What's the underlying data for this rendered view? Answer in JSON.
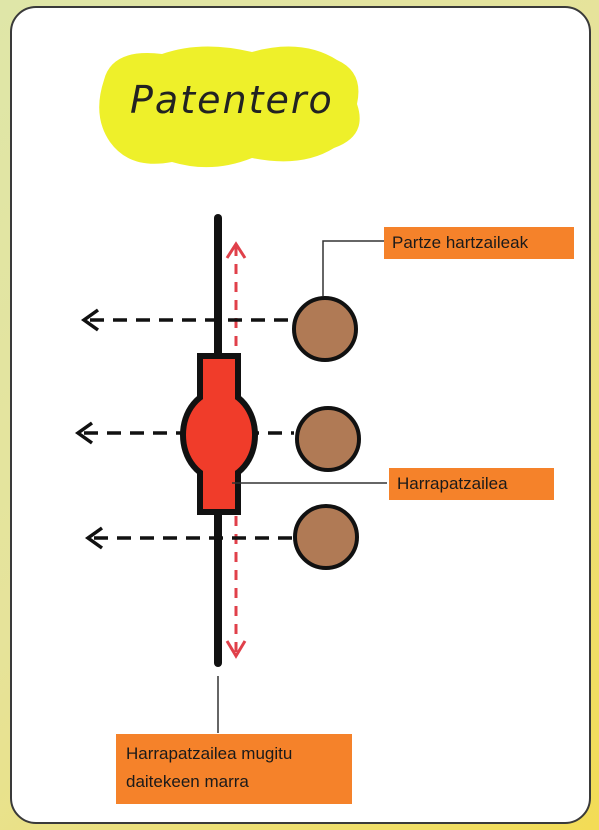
{
  "title": "Patentero",
  "labels": {
    "receivers": "Partze hartzaileak",
    "catcher": "Harrapatzailea",
    "line": "Harrapatzailea mugitu daitekeen marra"
  },
  "colors": {
    "background": "#e6e39a",
    "title_highlight": "#eef02a",
    "label_fill": "#f5822a",
    "catcher": "#f03c2a",
    "receiver": "#b07a55",
    "movement_arrow": "#e0404a"
  }
}
